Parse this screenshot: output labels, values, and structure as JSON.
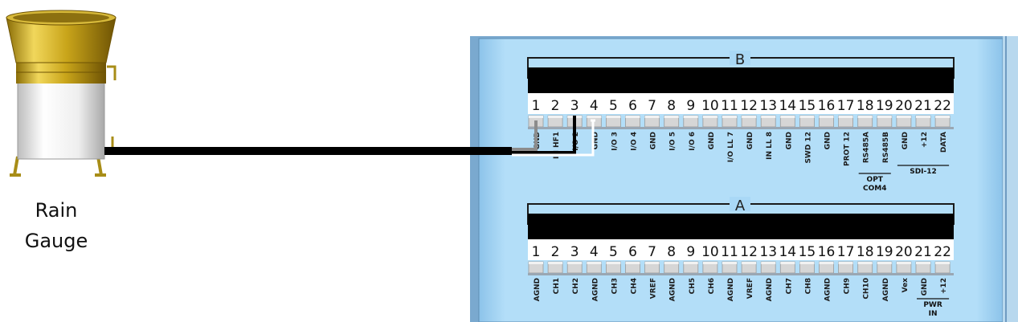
{
  "device_label_line1": "Rain",
  "device_label_line2": "Gauge",
  "colors": {
    "panel_blue": "#a9d8f6",
    "panel_edge": "#7fb1d6",
    "terminal_black": "#000000",
    "terminal_slot": "#d9d9d9",
    "gauge_brass": "#c9a51a",
    "gauge_white": "#f4f4f4"
  },
  "block_b": {
    "title": "B",
    "numbers": [
      "1",
      "2",
      "3",
      "4",
      "5",
      "6",
      "7",
      "8",
      "9",
      "10",
      "11",
      "12",
      "13",
      "14",
      "15",
      "16",
      "17",
      "18",
      "19",
      "20",
      "21",
      "22"
    ],
    "labels": [
      "GND",
      "IN HF1",
      "I/O 2",
      "GND",
      "I/O 3",
      "I/O 4",
      "GND",
      "I/O 5",
      "I/O 6",
      "GND",
      "I/O LL 7",
      "GND",
      "IN LL 8",
      "GND",
      "SWD 12",
      "GND",
      "PROT 12",
      "RS485A",
      "RS485B",
      "GND",
      "+12",
      "DATA"
    ],
    "group_opt": "OPT",
    "group_com4": "COM4",
    "group_sdi": "SDI-12"
  },
  "block_a": {
    "title": "A",
    "numbers": [
      "1",
      "2",
      "3",
      "4",
      "5",
      "6",
      "7",
      "8",
      "9",
      "10",
      "11",
      "12",
      "13",
      "14",
      "15",
      "16",
      "17",
      "18",
      "19",
      "20",
      "21",
      "22"
    ],
    "labels": [
      "AGND",
      "CH1",
      "CH2",
      "AGND",
      "CH3",
      "CH4",
      "VREF",
      "AGND",
      "CH5",
      "CH6",
      "AGND",
      "VREF",
      "AGND",
      "CH7",
      "CH8",
      "AGND",
      "CH9",
      "CH10",
      "AGND",
      "Vex",
      "GND",
      "+12"
    ],
    "group_pwr": "PWR",
    "group_in": "IN"
  }
}
